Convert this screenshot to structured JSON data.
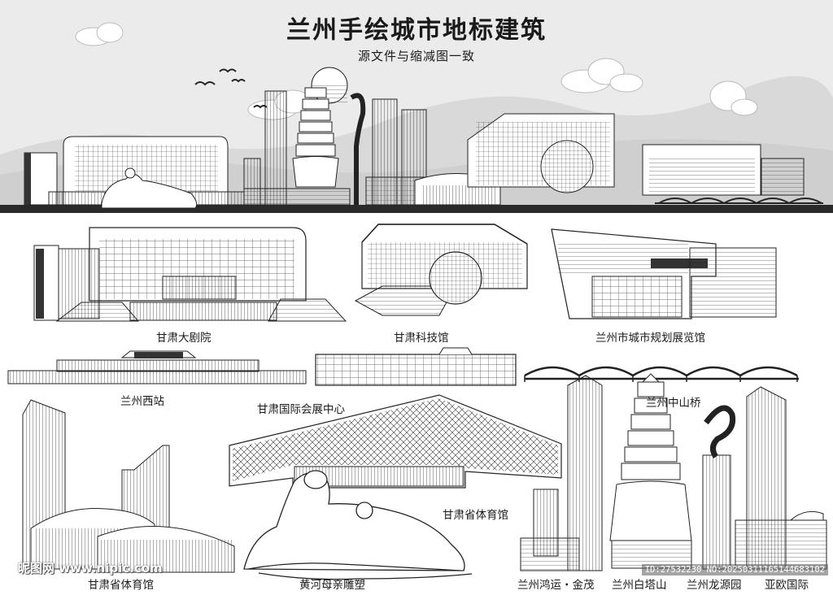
{
  "title": "兰州手绘城市地标建筑",
  "subtitle": "源文件与缩减图一致",
  "colors": {
    "sky": "#e9e9e9",
    "mountain": "#d6d6d6",
    "ink": "#1a1a1a",
    "paper": "#ffffff"
  },
  "labels": {
    "theatre": "甘肃大剧院",
    "science": "甘肃科技馆",
    "planning": "兰州市城市规划展览馆",
    "west_station": "兰州西站",
    "expo": "甘肃国际会展中心",
    "bridge": "兰州中山桥",
    "stadium_left": "甘肃省体育馆",
    "mother": "黄河母亲雕塑",
    "stadium_mid": "甘肃省体育馆",
    "hongyun": "兰州鸿运・金茂",
    "baita": "兰州白塔山",
    "longyuan": "兰州龙源园",
    "yaou": "亚欧国际"
  },
  "watermark": {
    "left": "昵图网 www.nipic.com",
    "right": "ID:27532230 NO:20250311165144683102"
  }
}
